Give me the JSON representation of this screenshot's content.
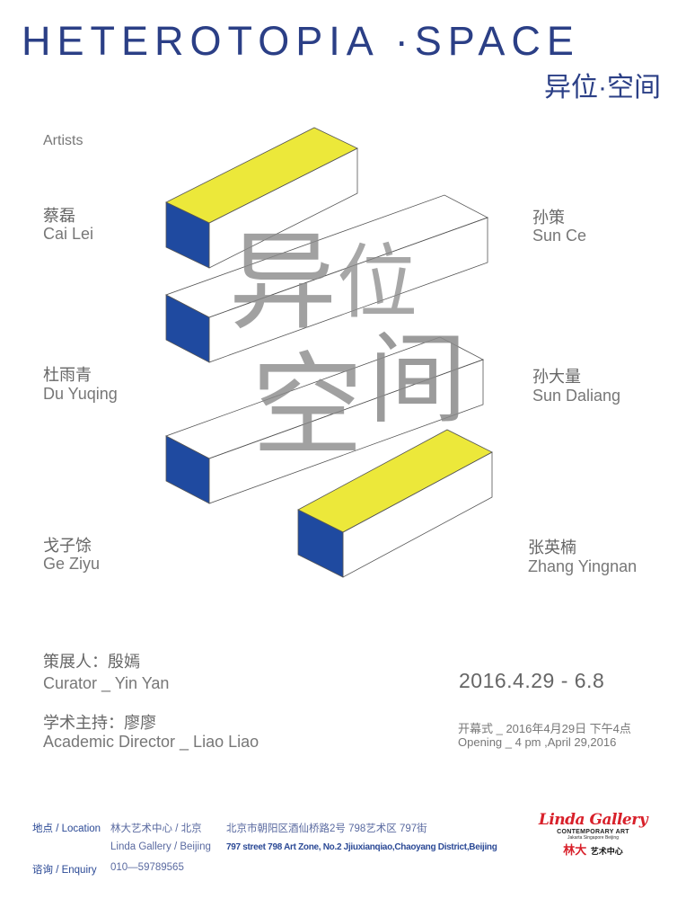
{
  "header": {
    "title": "HETEROTOPIA ·SPACE",
    "subtitle_cn": "异位·空间"
  },
  "artwork": {
    "characters": [
      "异",
      "位",
      "空",
      "间"
    ],
    "colors": {
      "top": "#ece83a",
      "front": "#1f4aa0",
      "line": "#555555",
      "text": "#8a8a8a"
    }
  },
  "artists": {
    "label": "Artists",
    "left": [
      {
        "cn": "蔡磊",
        "en": "Cai Lei"
      },
      {
        "cn": "杜雨青",
        "en": "Du Yuqing"
      },
      {
        "cn": "戈子馀",
        "en": "Ge Ziyu"
      }
    ],
    "right": [
      {
        "cn": "孙策",
        "en": "Sun Ce"
      },
      {
        "cn": "孙大量",
        "en": "Sun Daliang"
      },
      {
        "cn": "张英楠",
        "en": "Zhang Yingnan"
      }
    ]
  },
  "credits": {
    "curator_cn": "策展人：殷嫣",
    "curator_en": "Curator _ Yin Yan",
    "academic_cn": "学术主持：廖廖",
    "academic_en": "Academic Director _ Liao Liao"
  },
  "event": {
    "dates": "2016.4.29 - 6.8",
    "opening_cn": "开幕式 _ 2016年4月29日 下午4点",
    "opening_en": "Opening _  4 pm ,April 29,2016"
  },
  "footer": {
    "location_label": "地点 / Location",
    "venue_cn": "林大艺术中心 / 北京",
    "venue_en": "Linda Gallery / Beijing",
    "address_cn": "北京市朝阳区酒仙桥路2号 798艺术区 797街",
    "address_en": "797 street 798  Art Zone, No.2 Jjiuxianqiao,Chaoyang District,Beijing",
    "enquiry_label": "谘询 / Enquiry",
    "phone": "010—59789565"
  },
  "logo": {
    "name": "Linda Gallery",
    "subtitle": "CONTEMPORARY ART",
    "cities": "Jakarta Singapore Beijing",
    "cn_name": "林大",
    "cn_suffix": "艺术中心"
  }
}
